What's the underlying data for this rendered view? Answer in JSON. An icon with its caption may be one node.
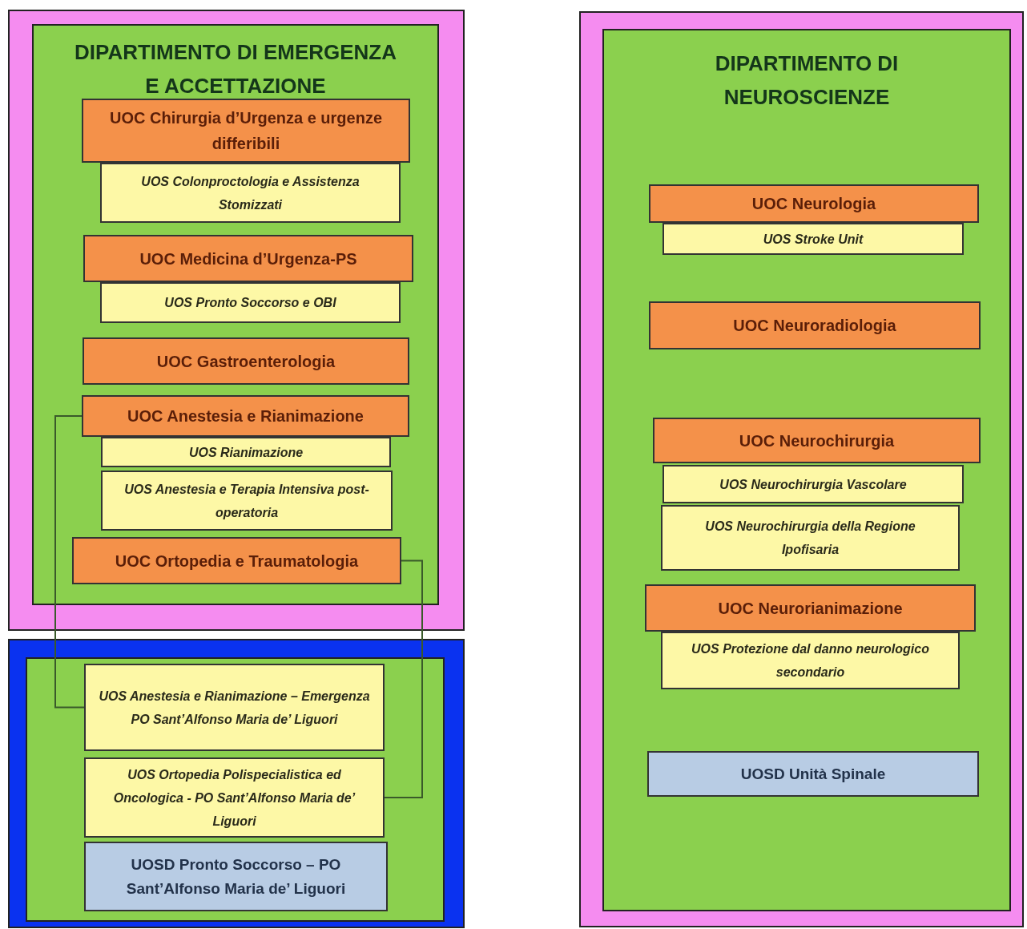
{
  "diagram": {
    "nodes": [
      {
        "text": [],
        "shape": "box"
      },
      {
        "text": [
          "DIPARTIMENTO DI EMERGENZA E ACCETTAZIONE"
        ],
        "in": 0
      },
      {
        "text": [
          "UOC Chirurgia d’Urgenza e urgenze differibili"
        ],
        "in": 1
      },
      {
        "text": [
          "UOS Colonproctologia e Assistenza Stomizzati"
        ],
        "in": 1
      },
      {
        "text": [
          "UOC Medicina d’Urgenza-PS"
        ],
        "in": 1
      },
      {
        "text": [
          "UOS Pronto Soccorso e OBI"
        ],
        "in": 1
      },
      {
        "text": [
          "UOC Gastroenterologia"
        ],
        "in": 1
      },
      {
        "text": [
          "UOC Anestesia e Rianimazione"
        ],
        "in": 1
      },
      {
        "text": [
          "UOS Rianimazione"
        ],
        "in": 1
      },
      {
        "text": [
          "UOS Anestesia e Terapia Intensiva post-operatoria"
        ],
        "in": 1
      },
      {
        "text": [
          "UOC Ortopedia e Traumatologia"
        ],
        "in": 1
      },
      {
        "text": [],
        "shape": "box"
      },
      {
        "text": [],
        "shape": "box",
        "in": 11
      },
      {
        "text": [
          "UOS Anestesia e Rianimazione – Emergenza PO Sant’Alfonso Maria de’ Liguori"
        ],
        "in": 12
      },
      {
        "text": [
          "UOS Ortopedia Polispecialistica ed Oncologica - PO Sant’Alfonso Maria de’ Liguori"
        ],
        "in": 12
      },
      {
        "text": [
          "UOSD Pronto Soccorso – PO Sant’Alfonso Maria de’ Liguori"
        ],
        "in": 12
      },
      {
        "text": [],
        "shape": "box"
      },
      {
        "text": [
          "DIPARTIMENTO DI NEUROSCIENZE"
        ],
        "in": 16
      },
      {
        "text": [
          "UOC Neurologia"
        ],
        "in": 17
      },
      {
        "text": [
          "UOS Stroke Unit"
        ],
        "in": 17
      },
      {
        "text": [
          "UOC Neuroradiologia"
        ],
        "in": 17
      },
      {
        "text": [
          "UOC Neurochirurgia"
        ],
        "in": 17
      },
      {
        "text": [
          "UOS Neurochirurgia Vascolare"
        ],
        "in": 17
      },
      {
        "text": [
          "UOS Neurochirurgia della Regione Ipofisaria"
        ],
        "in": 17
      },
      {
        "text": [
          "UOC Neurorianimazione"
        ],
        "in": 17
      },
      {
        "text": [
          "UOS Protezione dal danno neurologico secondario"
        ],
        "in": 17
      },
      {
        "text": [
          "UOSD Unità Spinale"
        ],
        "in": 17
      }
    ],
    "edges": [
      {
        "from": 7,
        "to": 13,
        "arrow": "none"
      },
      {
        "from": 10,
        "to": 14,
        "arrow": "none"
      }
    ]
  }
}
